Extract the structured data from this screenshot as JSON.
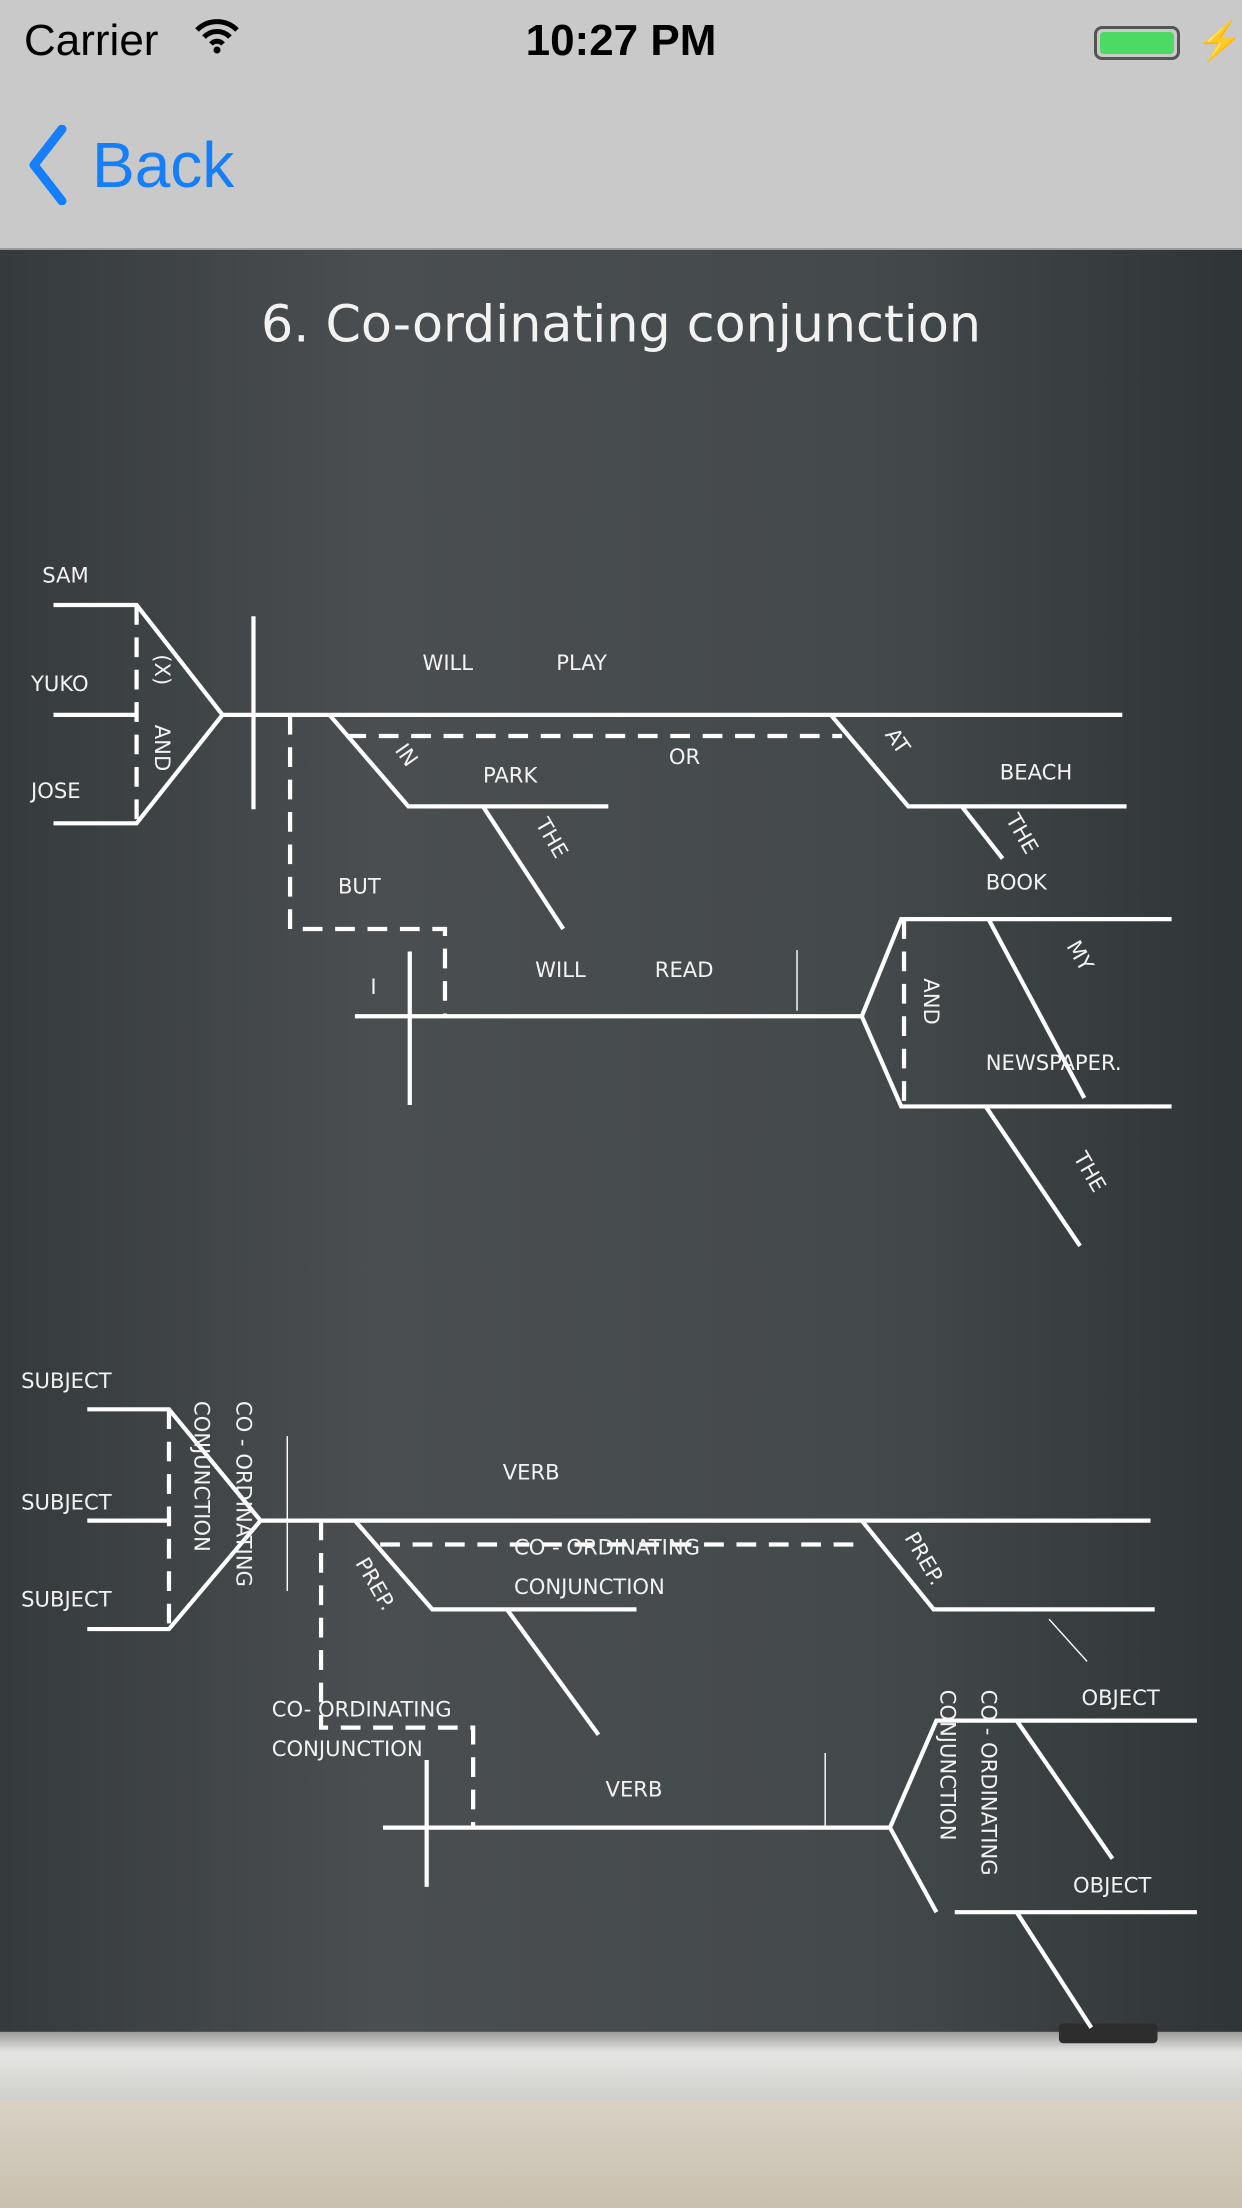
{
  "status_bar": {
    "carrier": "Carrier",
    "time": "10:27 PM",
    "battery_percent": 100
  },
  "nav": {
    "back_label": "Back"
  },
  "colors": {
    "accent": "#157efb",
    "board": "#3f4446",
    "chalk": "#ffffff",
    "battery": "#4cd964"
  },
  "board": {
    "title": "6. Co-ordinating conjunction",
    "example": {
      "subjects": [
        "SAM",
        "YUKO",
        "JOSE"
      ],
      "subject_conj": [
        "(X)",
        "AND"
      ],
      "verb": [
        "WILL",
        "PLAY"
      ],
      "prep1": "IN",
      "obj1": "PARK",
      "art1": "THE",
      "or": "OR",
      "prep2": "AT",
      "obj2": "BEACH",
      "art2": "THE",
      "but": "BUT",
      "book": "BOOK",
      "subject2": "I",
      "verb2": [
        "WILL",
        "READ"
      ],
      "and2": "AND",
      "my": "MY",
      "newspaper": "NEWSPAPER.",
      "art3": "THE"
    },
    "template": {
      "subject": "SUBJECT",
      "conj1": "CO - ORDINATING",
      "conj2": "CONJUNCTION",
      "verb": "VERB",
      "prep": "PREP.",
      "mid_conj1": "CO - ORDINATING",
      "mid_conj2": "CONJUNCTION",
      "clause_conj1": "CO- ORDINATING",
      "clause_conj2": "CONJUNCTION",
      "verb2": "VERB",
      "object": "OBJECT"
    }
  }
}
